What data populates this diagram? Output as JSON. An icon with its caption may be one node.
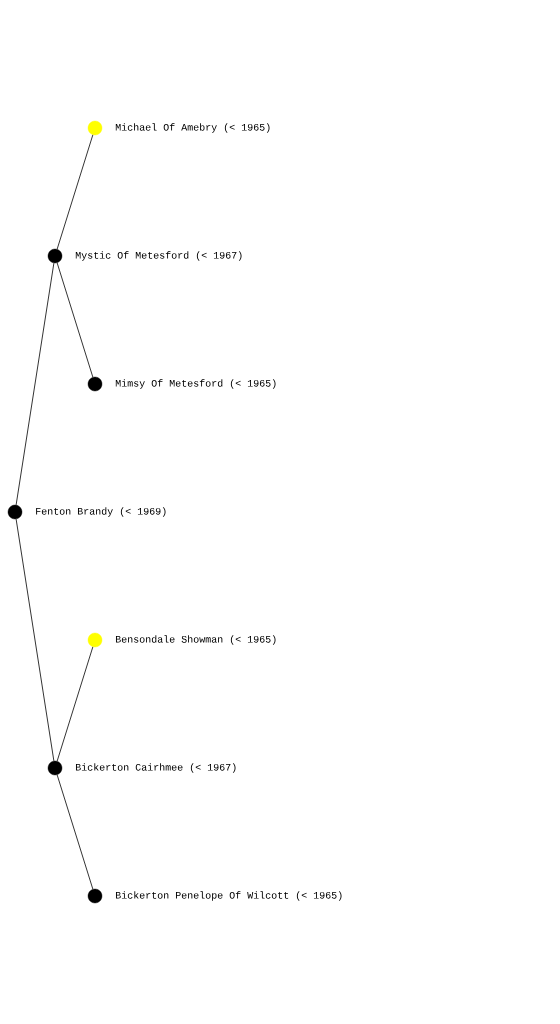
{
  "diagram": {
    "nodes": [
      {
        "text": [],
        "shape": "circle",
        "beside": [
          "Michael Of Amebry (< 1965)"
        ]
      },
      {
        "text": [],
        "shape": "circle",
        "beside": [
          "Mystic Of Metesford (< 1967)"
        ]
      },
      {
        "text": [],
        "shape": "circle",
        "beside": [
          "Mimsy Of Metesford (< 1965)"
        ]
      },
      {
        "text": [],
        "shape": "circle",
        "beside": [
          "Fenton Brandy (< 1969)"
        ]
      },
      {
        "text": [],
        "shape": "circle",
        "beside": [
          "Bensondale Showman (< 1965)"
        ]
      },
      {
        "text": [],
        "shape": "circle",
        "beside": [
          "Bickerton Cairhmee (< 1967)"
        ]
      },
      {
        "text": [],
        "shape": "circle",
        "beside": [
          "Bickerton Penelope Of Wilcott (< 1965)"
        ]
      }
    ],
    "edges": [
      {
        "from": 3,
        "to": 1,
        "arrow": "none"
      },
      {
        "from": 1,
        "to": 0,
        "arrow": "none"
      },
      {
        "from": 1,
        "to": 2,
        "arrow": "none"
      },
      {
        "from": 3,
        "to": 5,
        "arrow": "none"
      },
      {
        "from": 5,
        "to": 4,
        "arrow": "none"
      },
      {
        "from": 5,
        "to": 6,
        "arrow": "none"
      }
    ]
  }
}
